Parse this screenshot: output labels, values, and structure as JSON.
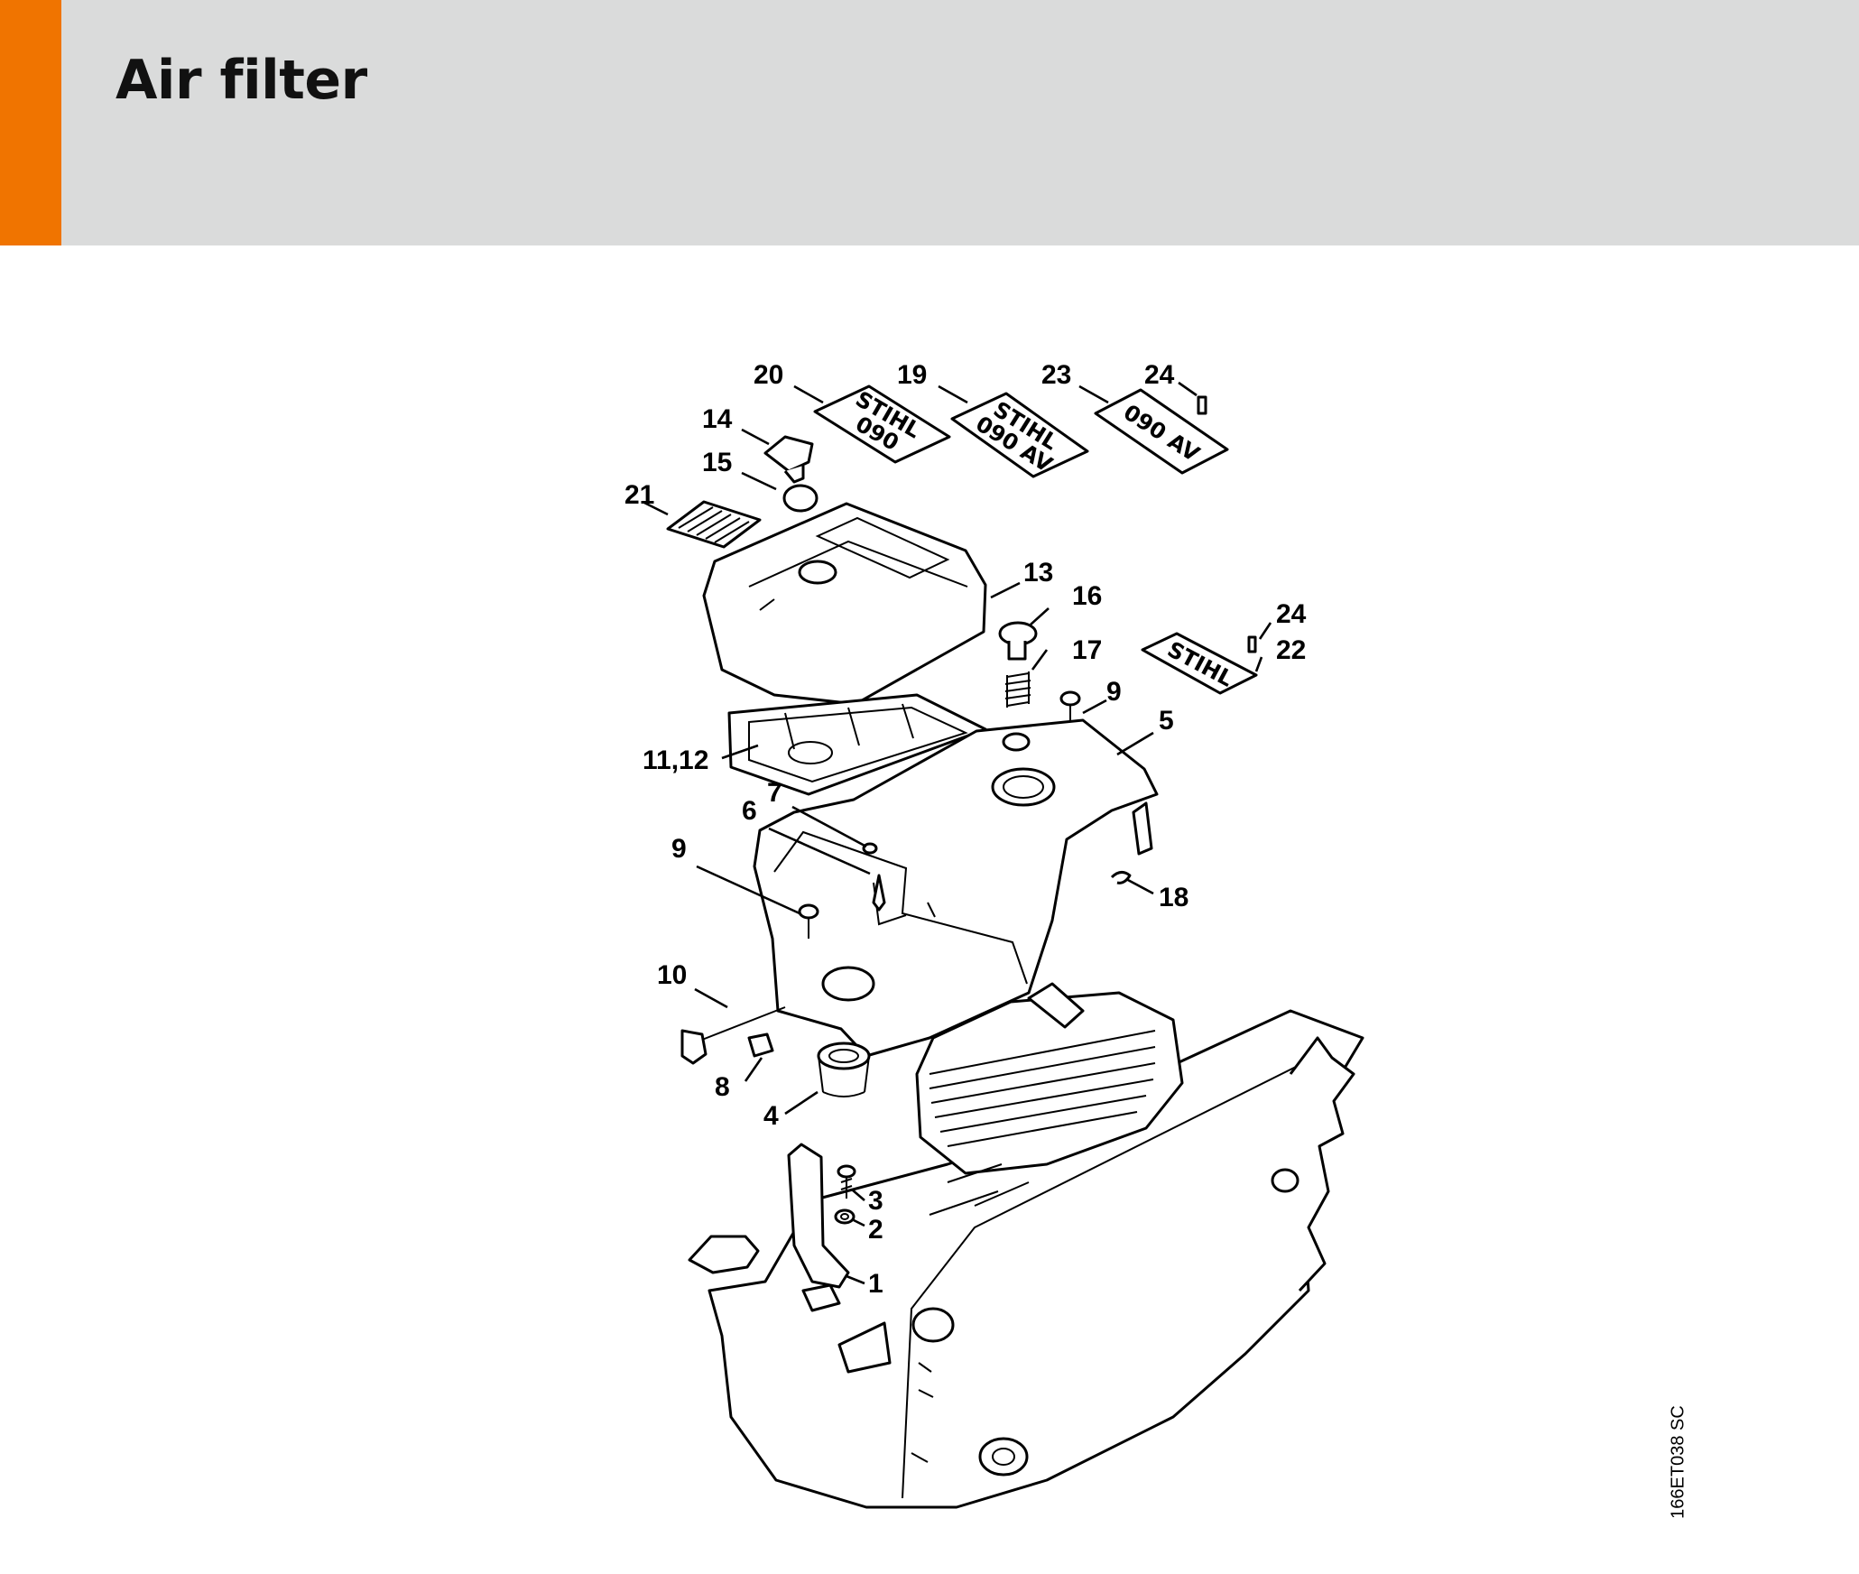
{
  "header": {
    "title": "Air filter",
    "accent_color": "#f07400",
    "band_color": "#dadbdb"
  },
  "diagram": {
    "callouts": [
      "1",
      "2",
      "3",
      "4",
      "5",
      "6",
      "7",
      "8",
      "9",
      "9",
      "10",
      "11,12",
      "13",
      "14",
      "15",
      "16",
      "17",
      "18",
      "19",
      "20",
      "21",
      "22",
      "23",
      "24",
      "24"
    ],
    "plates": {
      "p20": [
        "STIHL",
        "090"
      ],
      "p19": [
        "STIHL",
        "090 AV"
      ],
      "p23": [
        "090 AV"
      ],
      "p22": [
        "STIHL"
      ]
    },
    "reference": "166ET038 SC"
  }
}
